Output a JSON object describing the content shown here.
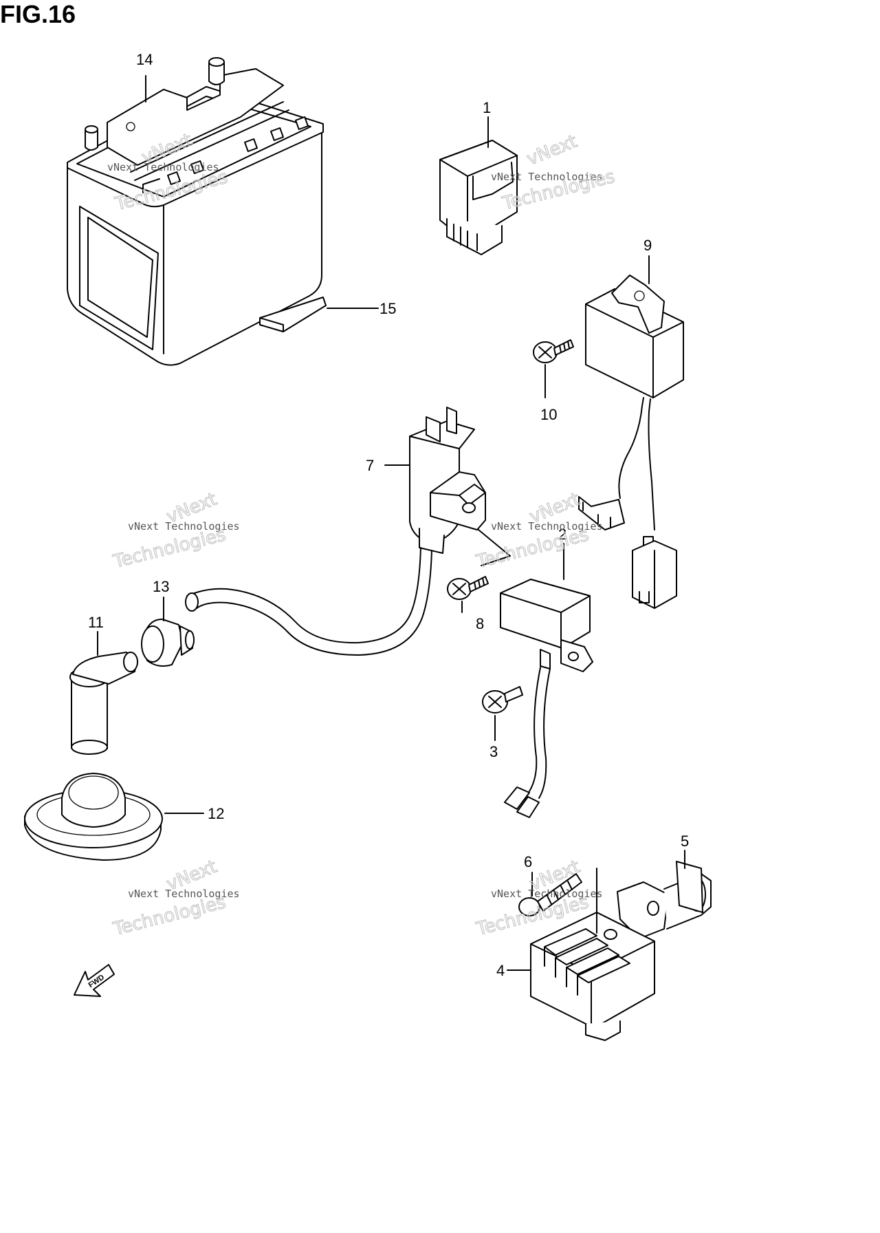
{
  "figure": {
    "title": "FIG.16"
  },
  "callouts": [
    {
      "id": "1",
      "text": "1"
    },
    {
      "id": "2",
      "text": "2"
    },
    {
      "id": "3",
      "text": "3"
    },
    {
      "id": "4",
      "text": "4"
    },
    {
      "id": "5",
      "text": "5"
    },
    {
      "id": "6",
      "text": "6"
    },
    {
      "id": "7",
      "text": "7"
    },
    {
      "id": "8",
      "text": "8"
    },
    {
      "id": "9",
      "text": "9"
    },
    {
      "id": "10",
      "text": "10"
    },
    {
      "id": "11",
      "text": "11"
    },
    {
      "id": "12",
      "text": "12"
    },
    {
      "id": "13",
      "text": "13"
    },
    {
      "id": "14",
      "text": "14"
    },
    {
      "id": "15",
      "text": "15"
    }
  ],
  "watermark": {
    "line1": "vNext",
    "line2": "vNext Technologies",
    "line3": "Technologies"
  },
  "fwd_arrow": {
    "label": "FWD"
  }
}
